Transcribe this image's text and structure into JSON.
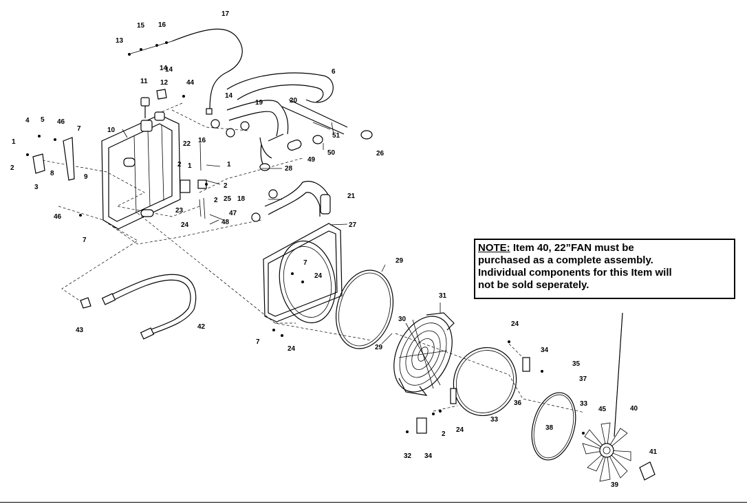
{
  "note": {
    "heading": "NOTE:",
    "line1": " Item 40, 22”FAN must be",
    "line2": "purchased as a complete assembly.",
    "line3": "Individual components for this Item will",
    "line4": "not be sold seperately."
  },
  "callouts": {
    "c17": "17",
    "c15": "15",
    "c16a": "16",
    "c13": "13",
    "c14a": "14",
    "c14b": "14",
    "c11": "11",
    "c12": "12",
    "c44": "44",
    "c14c": "14",
    "c6": "6",
    "c19": "19",
    "c20": "20",
    "c4": "4",
    "c5": "5",
    "c46a": "46",
    "c7a": "7",
    "c10": "10",
    "c16b": "16",
    "c51": "51",
    "c1a": "1",
    "c2a": "2",
    "c3": "3",
    "c8": "8",
    "c9": "9",
    "c22": "22",
    "c49": "49",
    "c50": "50",
    "c26": "26",
    "c2b": "2",
    "c1b": "1",
    "c1c": "1",
    "c2c": "2",
    "c28": "28",
    "c23": "23",
    "c25": "25",
    "c18": "18",
    "c21": "21",
    "c46b": "46",
    "c2d": "2",
    "c47": "47",
    "c24a": "24",
    "c48": "48",
    "c7b": "7",
    "c27": "27",
    "c7c": "7",
    "c24b": "24",
    "c29a": "29",
    "c31": "31",
    "c30": "30",
    "c29b": "29",
    "c43": "43",
    "c42": "42",
    "c7d": "7",
    "c24c": "24",
    "c24d": "24",
    "c34a": "34",
    "c35": "35",
    "c37": "37",
    "c36": "36",
    "c33a": "33",
    "c38": "38",
    "c33b": "33",
    "c45": "45",
    "c40": "40",
    "c2e": "2",
    "c24e": "24",
    "c32": "32",
    "c34b": "34",
    "c41": "41",
    "c39": "39"
  }
}
